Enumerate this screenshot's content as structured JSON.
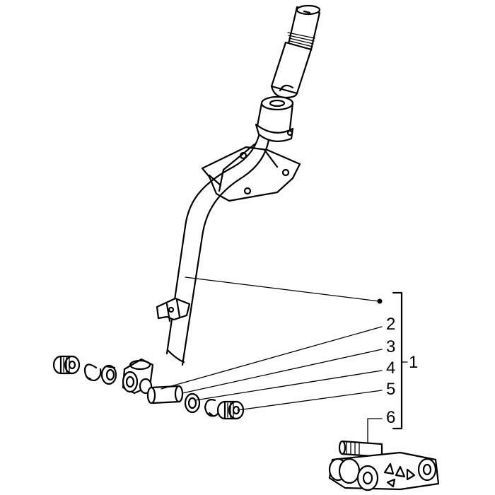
{
  "callouts": [
    {
      "id": "c2",
      "label": "2"
    },
    {
      "id": "c3",
      "label": "3"
    },
    {
      "id": "c4",
      "label": "4"
    },
    {
      "id": "c5",
      "label": "5"
    },
    {
      "id": "c6",
      "label": "6"
    }
  ],
  "group_label": "1"
}
